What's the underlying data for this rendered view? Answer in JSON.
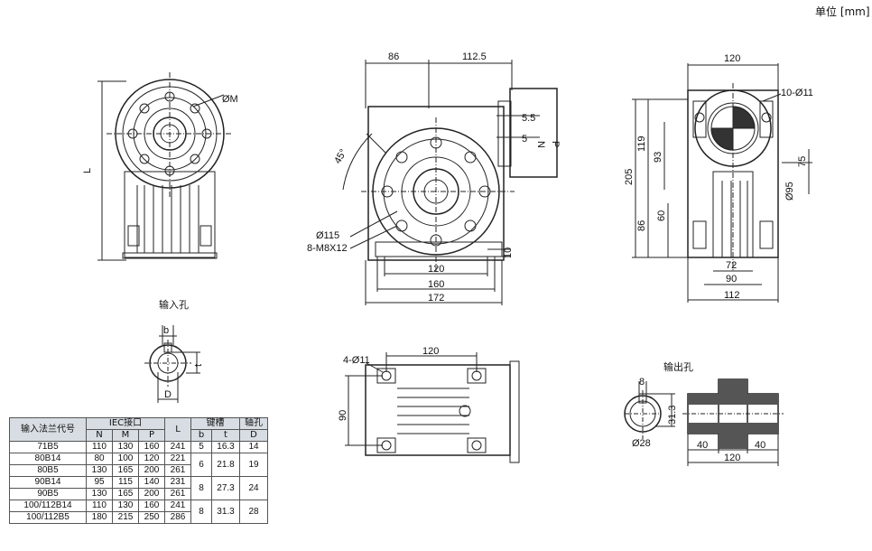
{
  "unit_label": "单位 [mm]",
  "labels": {
    "input_hole": "输入孔",
    "output_hole": "输出孔",
    "L": "L",
    "phiM": "ØM",
    "b": "b",
    "t": "t",
    "D": "D",
    "N": "N",
    "P": "P"
  },
  "front": {
    "d86": "86",
    "d112_5": "112.5",
    "d5_5": "5.5",
    "d5": "5",
    "angle": "45°",
    "d115": "Ø115",
    "bolts": "8-M8X12",
    "d120": "120",
    "d160": "160",
    "d172": "172",
    "d10": "10"
  },
  "side": {
    "d120": "120",
    "holes": "10-Ø11",
    "d119": "119",
    "d93": "93",
    "d205": "205",
    "d75": "75",
    "d95": "Ø95",
    "d86": "86",
    "d60": "60",
    "d72": "72",
    "d90": "90",
    "d112": "112"
  },
  "bottom": {
    "holes": "4-Ø11",
    "d120": "120",
    "d90": "90"
  },
  "shaft": {
    "d8": "8",
    "d31_3": "31.3",
    "d28": "Ø28",
    "d40a": "40",
    "d40b": "40",
    "d120": "120"
  },
  "table": {
    "headers": {
      "flange": "输入法兰代号",
      "iec": "IEC接口",
      "keyway": "键槽",
      "bore": "轴孔",
      "N": "N",
      "M": "M",
      "P": "P",
      "L": "L",
      "b": "b",
      "t": "t",
      "D": "D"
    },
    "rows": [
      {
        "code": "71B5",
        "N": "110",
        "M": "130",
        "P": "160",
        "L": "241",
        "b": "5",
        "t": "16.3",
        "D": "14"
      },
      {
        "code": "80B14",
        "N": "80",
        "M": "100",
        "P": "120",
        "L": "221",
        "b": "6",
        "t": "21.8",
        "D": "19"
      },
      {
        "code": "80B5",
        "N": "130",
        "M": "165",
        "P": "200",
        "L": "261"
      },
      {
        "code": "90B14",
        "N": "95",
        "M": "115",
        "P": "140",
        "L": "231",
        "b": "8",
        "t": "27.3",
        "D": "24"
      },
      {
        "code": "90B5",
        "N": "130",
        "M": "165",
        "P": "200",
        "L": "261"
      },
      {
        "code": "100/112B14",
        "N": "110",
        "M": "130",
        "P": "160",
        "L": "241",
        "b": "8",
        "t": "31.3",
        "D": "28"
      },
      {
        "code": "100/112B5",
        "N": "180",
        "M": "215",
        "P": "250",
        "L": "286"
      }
    ]
  }
}
